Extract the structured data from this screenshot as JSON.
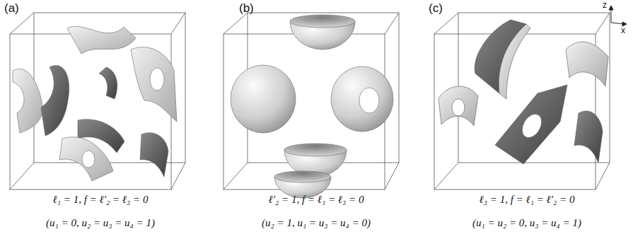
{
  "diagram": {
    "labels": [
      "(a)",
      "(b)",
      "(c)",
      "z",
      "x",
      "ℓ₁ = 1, f = ℓ′₂ = ℓ₃ = 0",
      "(u₁ = 0, u₂ = u₃ = u₄ = 1)",
      "ℓ′₂ = 1, f = ℓ₁ = ℓ₃ = 0",
      "(u₂ = 1, u₁ = u₃ = u₄ = 0)",
      "ℓ₃ = 1, f = ℓ₁ = ℓ′₂ = 0",
      "(u₁ = u₂ = 0, u₃ = u₄ = 1)"
    ]
  }
}
